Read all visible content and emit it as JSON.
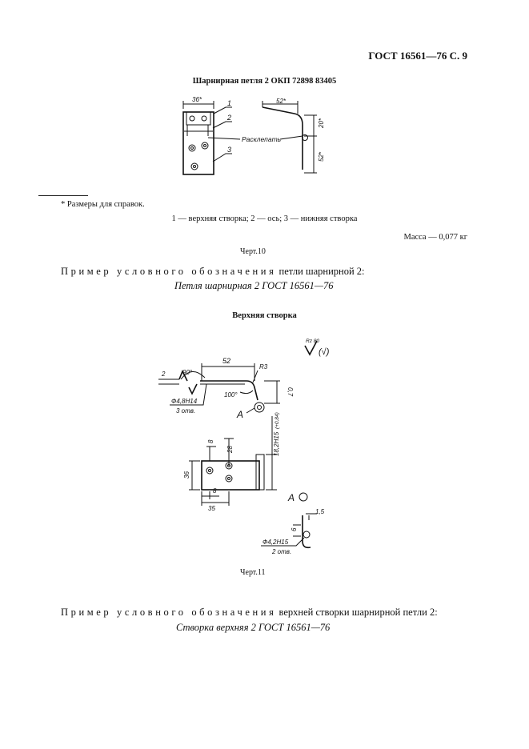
{
  "header": {
    "text": "ГОСТ 16561—76 С. 9"
  },
  "section1": {
    "title": "Шарнирная петля 2 ОКП 72898 83405",
    "drawing": {
      "dim_width": "36*",
      "dim_length": "52*",
      "dim_height1": "20*",
      "dim_height2": "52*",
      "callouts": [
        "1",
        "2",
        "3"
      ],
      "rivet_note": "Расклепать"
    },
    "footnote": "*  Размеры для справок.",
    "legend": "1 — верхняя створка; 2 — ось; 3 — нижняя створка",
    "mass": "Масса — 0,077 кг",
    "caption": "Черт.10",
    "example_lead": "Пример условного обозначения",
    "example_tail": " петли шарнирной 2:",
    "example_value": "Петля шарнирная 2 ГОСТ 16561—76"
  },
  "section2": {
    "title": "Верхняя створка",
    "drawing": {
      "roughness": "Rz 80",
      "roughness_paren": "(√)",
      "dim_52": "52",
      "dim_90deg": "90°",
      "dim_100deg": "100°",
      "dim_r3": "R3",
      "dim_2": "2",
      "dim_07": "0,7",
      "hole_main": "Ф4,8Н14",
      "hole_count": "3 отв.",
      "view_label": "А",
      "dim_bore": "18,2Н15",
      "dim_bore_tol": "(+0,84)",
      "dim_8_top": "8",
      "dim_28": "28",
      "dim_36": "36",
      "dim_8_bottom": "8",
      "dim_35": "35",
      "view_a_label": "А",
      "dim_15": "1,5",
      "dim_6": "6",
      "hole_small": "Ф4,2Н15",
      "hole_small_count": "2 отв."
    },
    "caption": "Черт.11",
    "example_lead": "Пример условного обозначения",
    "example_tail": " верхней створки шарнирной петли 2:",
    "example_value": "Створка верхняя 2 ГОСТ 16561—76"
  }
}
